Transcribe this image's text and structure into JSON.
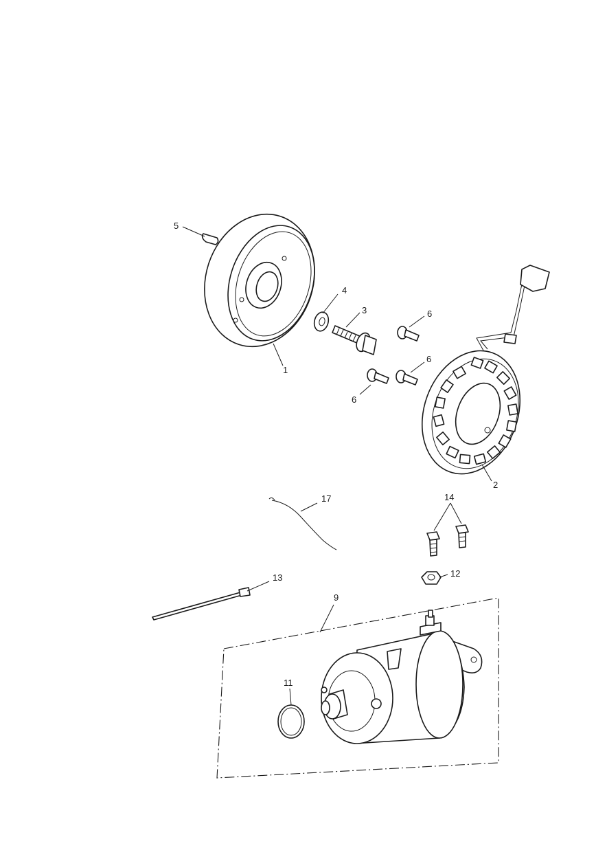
{
  "callouts": {
    "c1": "1",
    "c2": "2",
    "c3": "3",
    "c4": "4",
    "c5": "5",
    "c6a": "6",
    "c6b": "6",
    "c6c": "6",
    "c9": "9",
    "c11": "11",
    "c12": "12",
    "c13": "13",
    "c14": "14",
    "c17": "17"
  }
}
